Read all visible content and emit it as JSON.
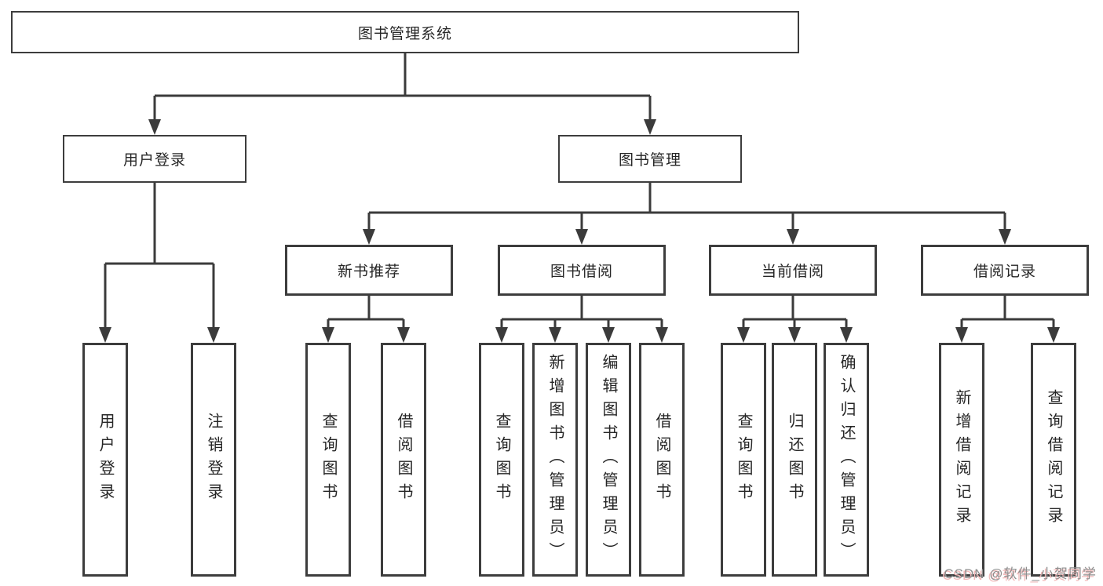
{
  "diagram": {
    "type": "hierarchy",
    "root": {
      "label": "图书管理系统"
    },
    "branches": [
      {
        "label": "用户登录"
      },
      {
        "label": "图书管理"
      }
    ],
    "modules": [
      {
        "label": "新书推荐",
        "parent": "图书管理"
      },
      {
        "label": "图书借阅",
        "parent": "图书管理"
      },
      {
        "label": "当前借阅",
        "parent": "图书管理"
      },
      {
        "label": "借阅记录",
        "parent": "图书管理"
      }
    ],
    "leaves": [
      {
        "label": "用户登录",
        "parent": "用户登录"
      },
      {
        "label": "注销登录",
        "parent": "用户登录"
      },
      {
        "label": "查询图书",
        "parent": "新书推荐"
      },
      {
        "label": "借阅图书",
        "parent": "新书推荐"
      },
      {
        "label": "查询图书",
        "parent": "图书借阅"
      },
      {
        "label": "新增图书（管理员）",
        "parent": "图书借阅"
      },
      {
        "label": "编辑图书（管理员）",
        "parent": "图书借阅"
      },
      {
        "label": "借阅图书",
        "parent": "图书借阅"
      },
      {
        "label": "查询图书",
        "parent": "当前借阅"
      },
      {
        "label": "归还图书",
        "parent": "当前借阅"
      },
      {
        "label": "确认归还（管理员）",
        "parent": "当前借阅"
      },
      {
        "label": "新增借阅记录",
        "parent": "借阅记录"
      },
      {
        "label": "查询借阅记录",
        "parent": "借阅记录"
      }
    ],
    "colors": {
      "line": "#3b3b3b",
      "box_border": "#3d3d3d",
      "text": "#262626",
      "background": "#ffffff",
      "watermark_gray": "#8e8e8e",
      "watermark_pink": "#f2b8b8"
    },
    "watermark": "CSDN @软件_小贺同学"
  }
}
